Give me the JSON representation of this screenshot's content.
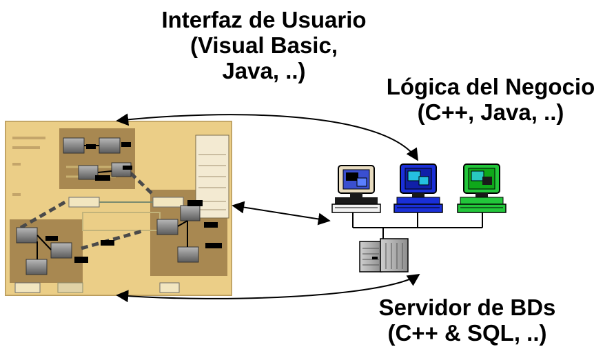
{
  "labels": {
    "ui": {
      "line1": "Interfaz de Usuario",
      "line2": "(Visual Basic,",
      "line3": "Java, ..)"
    },
    "business": {
      "line1": "Lógica del Negocio",
      "line2": "(C++, Java, ..)"
    },
    "database": {
      "line1": "Servidor de BDs",
      "line2": "(C++ & SQL, ..)"
    }
  },
  "workstations": [
    {
      "screen_color": "#3a4fd0",
      "frame_color": "#e8dcc0"
    },
    {
      "screen_color": "#1a2fd8",
      "frame_color": "#1a2fd8"
    },
    {
      "screen_color": "#0fa81a",
      "frame_color": "#22c63a"
    }
  ],
  "colors": {
    "ink": "#000000",
    "screenshot_bg": "#e6c87e",
    "screenshot_dark": "#9c7b48"
  }
}
